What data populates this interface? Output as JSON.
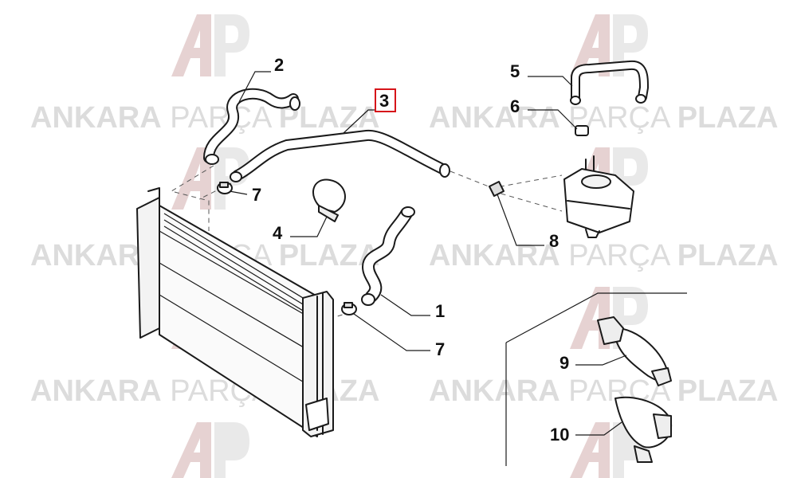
{
  "watermark": {
    "word1": "ANKARA",
    "word2": "PARÇA",
    "word3": "PLAZA"
  },
  "callouts": {
    "c1": "1",
    "c2": "2",
    "c3": "3",
    "c4": "4",
    "c5": "5",
    "c6": "6",
    "c7": "7",
    "c8": "8",
    "c9": "9",
    "c10": "10"
  },
  "selected_callout": "3",
  "colors": {
    "highlight": "#d6141a",
    "watermark_text": "#dcdcdc",
    "line_art": "#1a1a1a"
  }
}
